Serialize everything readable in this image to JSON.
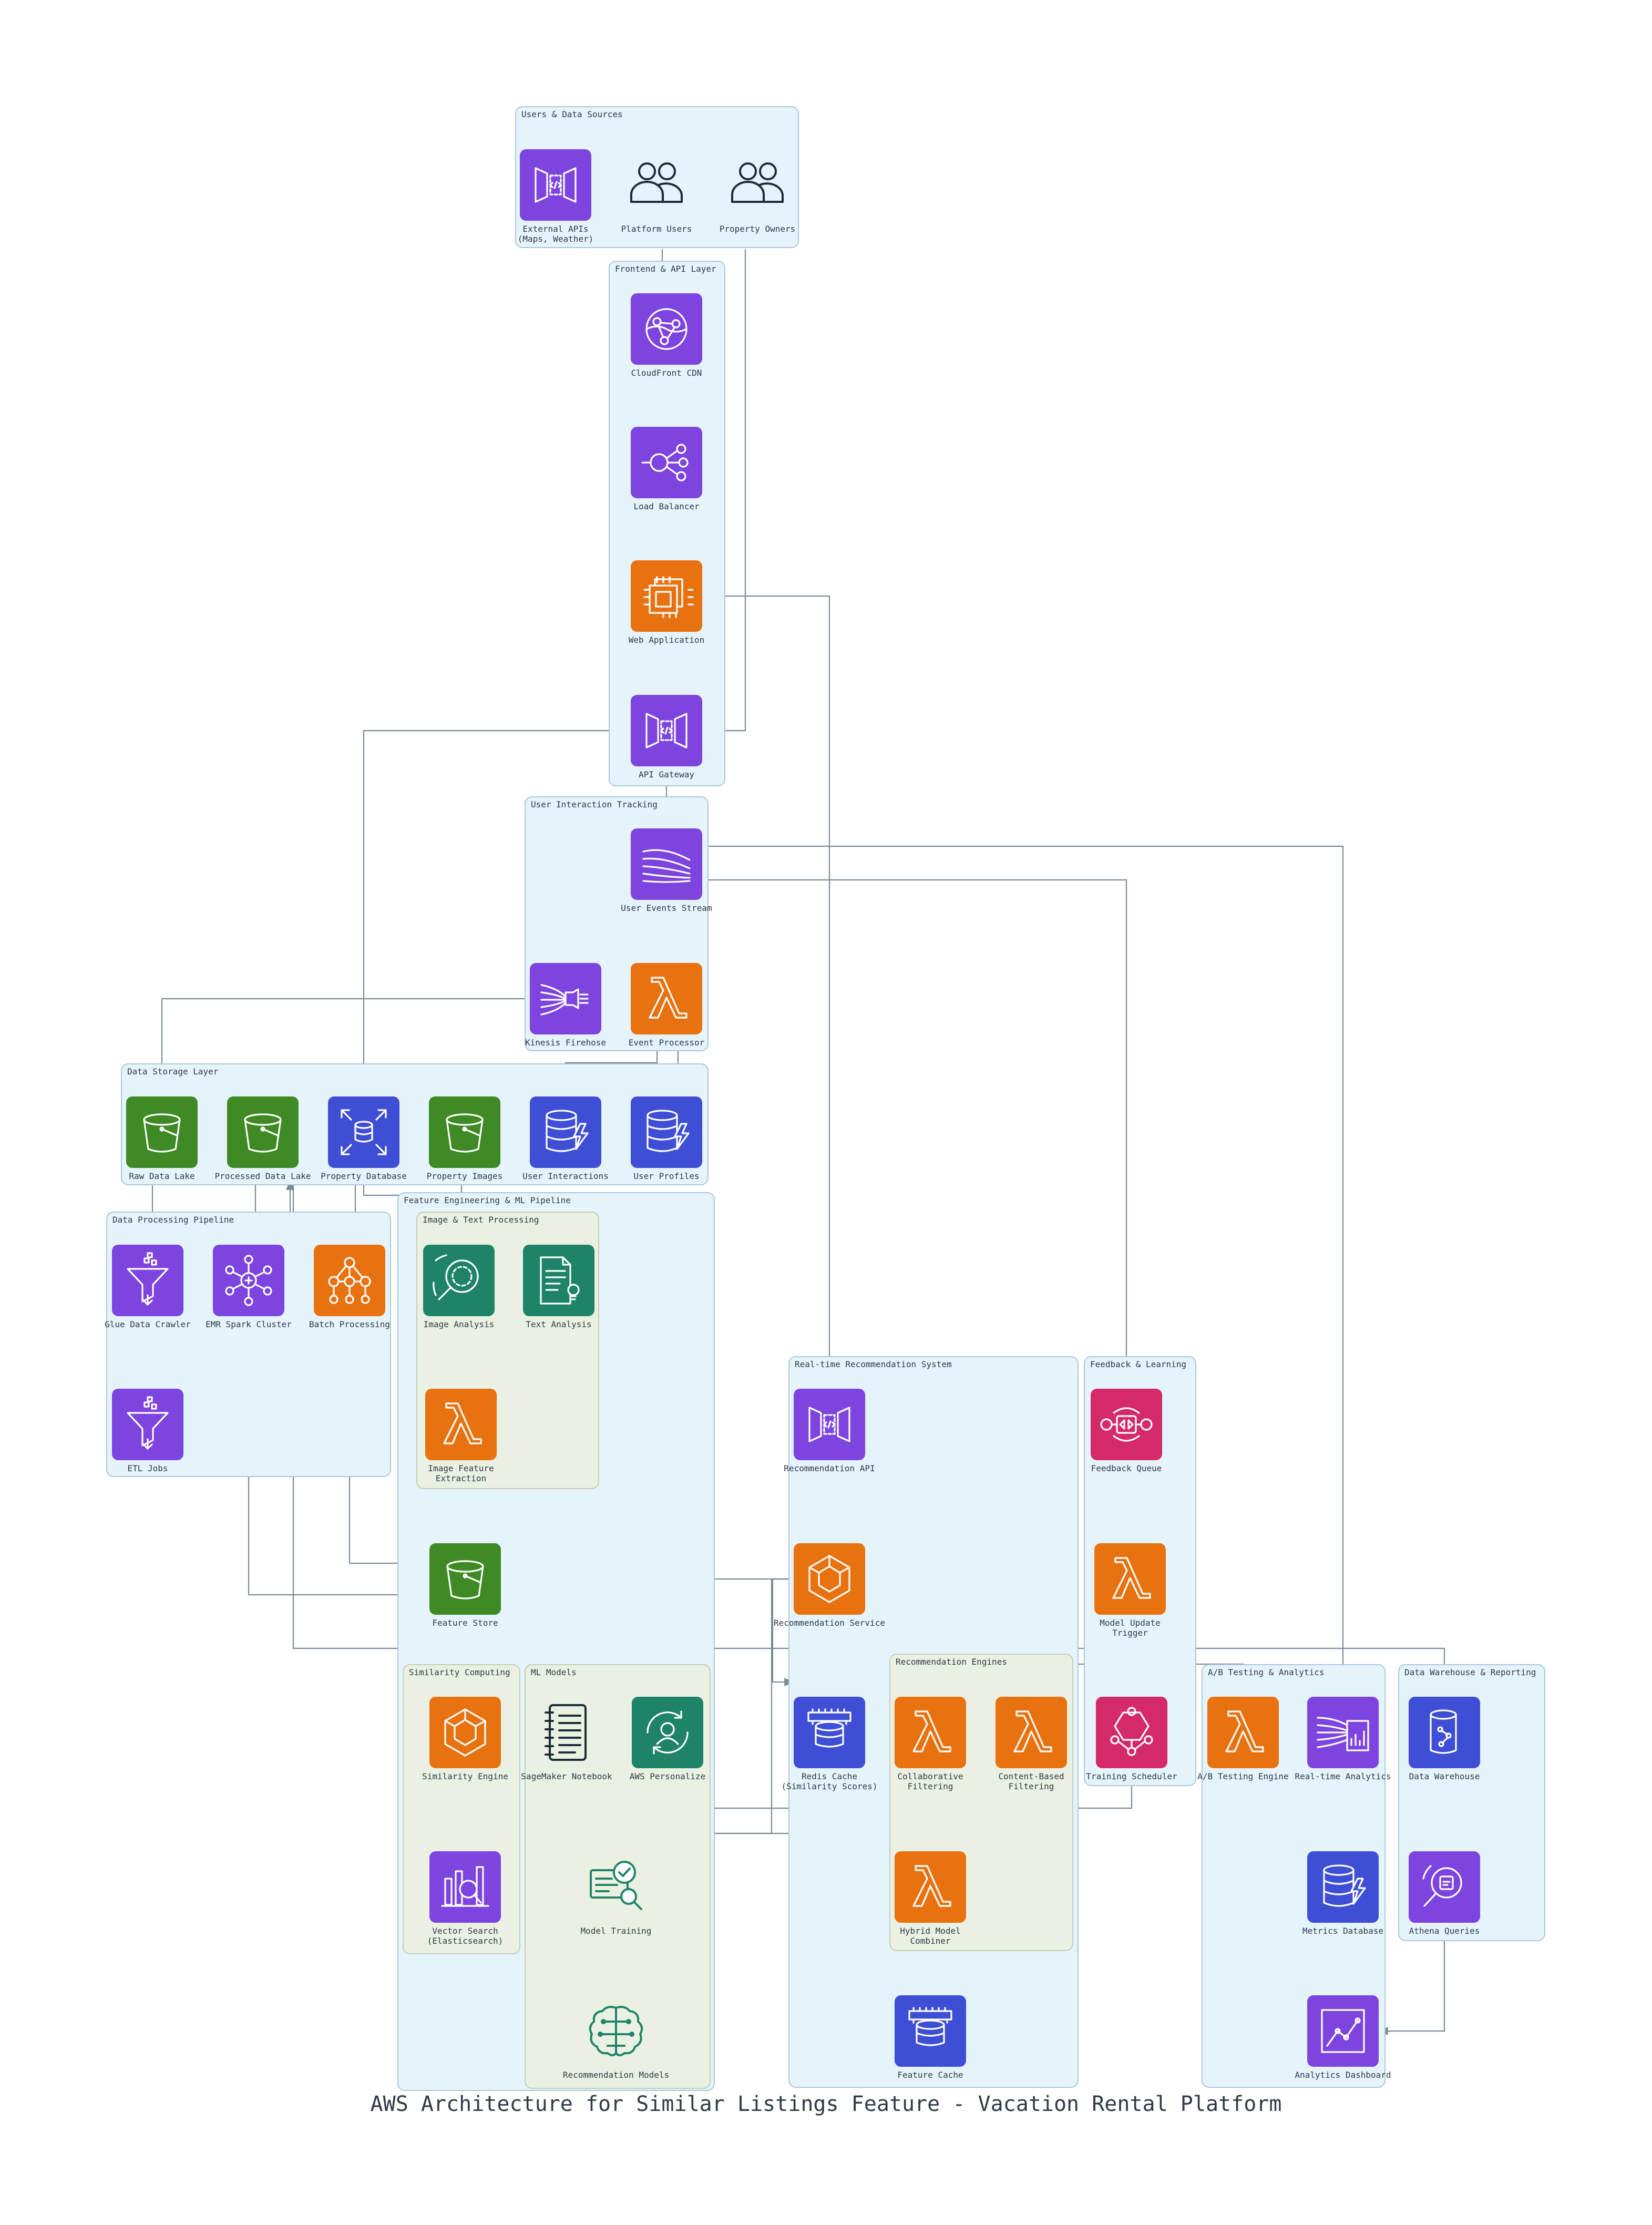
{
  "title": "AWS Architecture for Similar Listings Feature - Vacation Rental Platform",
  "colors": {
    "edge": "#7b8a95",
    "cluster_blue_bg": "#e5f3fb",
    "cluster_green_bg": "#eaf1e3",
    "purple": "#7d44e0",
    "orange": "#e8720f",
    "green": "#3f8a24",
    "blue": "#3e4fd6",
    "teal": "#1f8467",
    "pink": "#d42a6a"
  },
  "clusters": [
    {
      "id": "users",
      "title": "Users & Data Sources"
    },
    {
      "id": "frontend",
      "title": "Frontend & API Layer"
    },
    {
      "id": "tracking",
      "title": "User Interaction Tracking"
    },
    {
      "id": "storage",
      "title": "Data Storage Layer"
    },
    {
      "id": "processing",
      "title": "Data Processing Pipeline"
    },
    {
      "id": "feature",
      "title": "Feature Engineering & ML Pipeline"
    },
    {
      "id": "imagetext",
      "title": "Image & Text Processing"
    },
    {
      "id": "similarity",
      "title": "Similarity Computing"
    },
    {
      "id": "mlmodels",
      "title": "ML Models"
    },
    {
      "id": "realtime",
      "title": "Real-time Recommendation System"
    },
    {
      "id": "engines",
      "title": "Recommendation Engines"
    },
    {
      "id": "feedback",
      "title": "Feedback & Learning"
    },
    {
      "id": "abtest",
      "title": "A/B Testing & Analytics"
    },
    {
      "id": "warehouse",
      "title": "Data Warehouse & Reporting"
    }
  ],
  "nodes": [
    {
      "id": "ext_api",
      "label": "External APIs\n(Maps, Weather)",
      "icon": "api-gateway-icon",
      "color": "purple"
    },
    {
      "id": "platform_users",
      "label": "Platform Users",
      "icon": "users-icon",
      "color": "none"
    },
    {
      "id": "owners",
      "label": "Property Owners",
      "icon": "users-icon",
      "color": "none"
    },
    {
      "id": "cloudfront",
      "label": "CloudFront CDN",
      "icon": "cloudfront-icon",
      "color": "purple"
    },
    {
      "id": "lb",
      "label": "Load Balancer",
      "icon": "load-balancer-icon",
      "color": "purple"
    },
    {
      "id": "webapp",
      "label": "Web Application",
      "icon": "ec2-chip-icon",
      "color": "orange"
    },
    {
      "id": "apigw",
      "label": "API Gateway",
      "icon": "api-gateway-icon",
      "color": "purple"
    },
    {
      "id": "events",
      "label": "User Events Stream",
      "icon": "kinesis-stream-icon",
      "color": "purple"
    },
    {
      "id": "firehose",
      "label": "Kinesis Firehose",
      "icon": "firehose-icon",
      "color": "purple"
    },
    {
      "id": "evproc",
      "label": "Event Processor",
      "icon": "lambda-icon",
      "color": "orange"
    },
    {
      "id": "rawlake",
      "label": "Raw Data Lake",
      "icon": "s3-bucket-icon",
      "color": "green"
    },
    {
      "id": "proclake",
      "label": "Processed Data Lake",
      "icon": "s3-bucket-icon",
      "color": "green"
    },
    {
      "id": "propdb",
      "label": "Property Database",
      "icon": "rds-icon",
      "color": "blue"
    },
    {
      "id": "propimg",
      "label": "Property Images",
      "icon": "s3-bucket-icon",
      "color": "green"
    },
    {
      "id": "userint",
      "label": "User Interactions",
      "icon": "dynamodb-icon",
      "color": "blue"
    },
    {
      "id": "userprof",
      "label": "User Profiles",
      "icon": "dynamodb-icon",
      "color": "blue"
    },
    {
      "id": "glue",
      "label": "Glue Data Crawler",
      "icon": "glue-funnel-icon",
      "color": "purple"
    },
    {
      "id": "emr",
      "label": "EMR Spark Cluster",
      "icon": "emr-cluster-icon",
      "color": "purple"
    },
    {
      "id": "batch",
      "label": "Batch Processing",
      "icon": "batch-icon",
      "color": "orange"
    },
    {
      "id": "etl",
      "label": "ETL Jobs",
      "icon": "glue-funnel-icon",
      "color": "purple"
    },
    {
      "id": "imganalysis",
      "label": "Image Analysis",
      "icon": "rekognition-icon",
      "color": "teal"
    },
    {
      "id": "textanalysis",
      "label": "Text Analysis",
      "icon": "comprehend-icon",
      "color": "teal"
    },
    {
      "id": "imgfeat",
      "label": "Image Feature\nExtraction",
      "icon": "lambda-icon",
      "color": "orange"
    },
    {
      "id": "featstore",
      "label": "Feature Store",
      "icon": "s3-bucket-icon",
      "color": "green"
    },
    {
      "id": "simengine",
      "label": "Similarity Engine",
      "icon": "ecs-hexagon-icon",
      "color": "orange"
    },
    {
      "id": "vecsearch",
      "label": "Vector Search\n(Elasticsearch)",
      "icon": "elasticsearch-icon",
      "color": "purple"
    },
    {
      "id": "sagemaker",
      "label": "SageMaker Notebook",
      "icon": "notebook-icon",
      "color": "none"
    },
    {
      "id": "personalize",
      "label": "AWS Personalize",
      "icon": "personalize-icon",
      "color": "teal"
    },
    {
      "id": "training",
      "label": "Model Training",
      "icon": "model-training-icon",
      "color": "none"
    },
    {
      "id": "recmodels",
      "label": "Recommendation Models",
      "icon": "brain-circuit-icon",
      "color": "none"
    },
    {
      "id": "recapi",
      "label": "Recommendation API",
      "icon": "api-gateway-icon",
      "color": "purple"
    },
    {
      "id": "recsvc",
      "label": "Recommendation Service",
      "icon": "ecs-hexagon-icon",
      "color": "orange"
    },
    {
      "id": "redis",
      "label": "Redis Cache\n(Similarity Scores)",
      "icon": "elasticache-icon",
      "color": "blue"
    },
    {
      "id": "collab",
      "label": "Collaborative\nFiltering",
      "icon": "lambda-icon",
      "color": "orange"
    },
    {
      "id": "content",
      "label": "Content-Based\nFiltering",
      "icon": "lambda-icon",
      "color": "orange"
    },
    {
      "id": "hybrid",
      "label": "Hybrid Model\nCombiner",
      "icon": "lambda-icon",
      "color": "orange"
    },
    {
      "id": "featcache",
      "label": "Feature Cache",
      "icon": "elasticache-icon",
      "color": "blue"
    },
    {
      "id": "fbqueue",
      "label": "Feedback Queue",
      "icon": "sqs-queue-icon",
      "color": "pink"
    },
    {
      "id": "modeltrig",
      "label": "Model Update\nTrigger",
      "icon": "lambda-icon",
      "color": "orange"
    },
    {
      "id": "trainsched",
      "label": "Training Scheduler",
      "icon": "eventbridge-icon",
      "color": "pink"
    },
    {
      "id": "abengine",
      "label": "A/B Testing Engine",
      "icon": "lambda-icon",
      "color": "orange"
    },
    {
      "id": "rtanalytics",
      "label": "Real-time Analytics",
      "icon": "kinesis-analytics-icon",
      "color": "purple"
    },
    {
      "id": "metricsdb",
      "label": "Metrics Database",
      "icon": "dynamodb-icon",
      "color": "blue"
    },
    {
      "id": "dashboard",
      "label": "Analytics Dashboard",
      "icon": "quicksight-icon",
      "color": "purple"
    },
    {
      "id": "dwh",
      "label": "Data Warehouse",
      "icon": "redshift-icon",
      "color": "blue"
    },
    {
      "id": "athena",
      "label": "Athena Queries",
      "icon": "athena-icon",
      "color": "purple"
    }
  ]
}
